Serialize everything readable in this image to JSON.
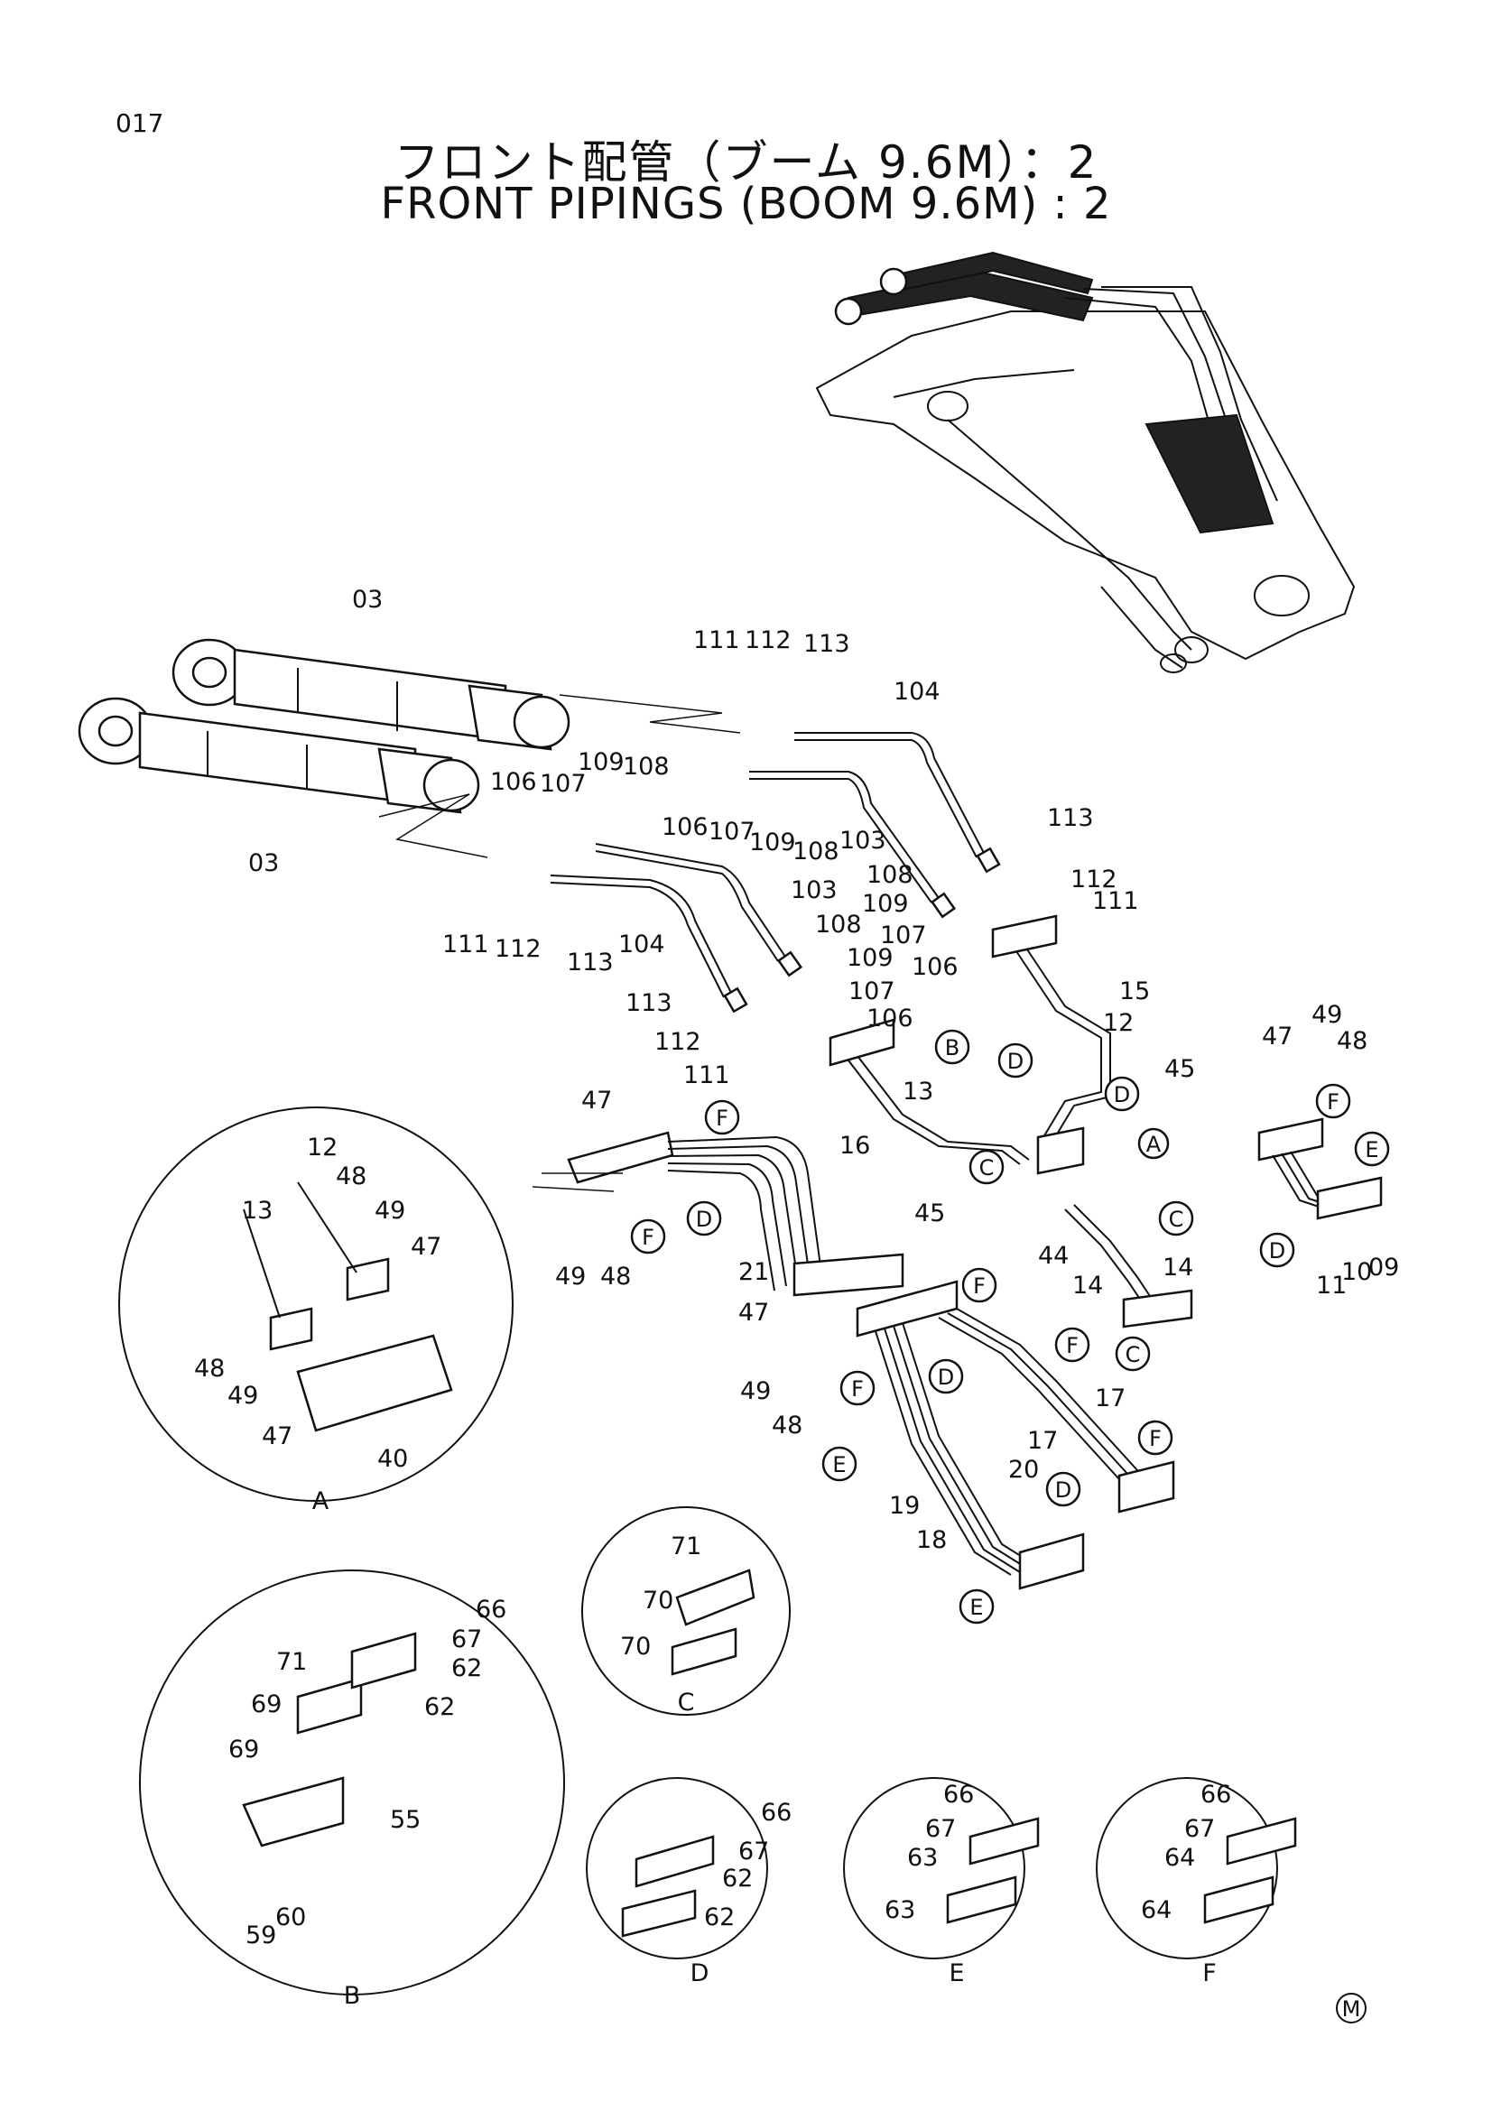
{
  "page_number": "017",
  "title_ja": "フロント配管（ブーム 9.6M）：2",
  "title_en": "FRONT PIPINGS (BOOM 9.6M) : 2",
  "mark": "M",
  "part_labels": {
    "p03": "03",
    "p03b": "03",
    "p111a": "111",
    "p112a": "112",
    "p113a": "113",
    "p104a": "104",
    "p109a": "109",
    "p108a": "108",
    "p106a": "106",
    "p107a": "107",
    "p106b": "106",
    "p107b": "107",
    "p109b": "109",
    "p103a": "103",
    "p108b": "108",
    "p113b": "113",
    "p112b": "112",
    "p111b": "111",
    "p103b": "103",
    "p108c": "108",
    "p109c": "109",
    "p107c": "107",
    "p106c": "106",
    "p111c": "111",
    "p112c": "112",
    "p113c": "113",
    "p104b": "104",
    "p108d": "108",
    "p109d": "109",
    "p107d": "107",
    "p106d": "106",
    "p113d": "113",
    "p112d": "112",
    "p111d": "111",
    "p15": "15",
    "p12": "12",
    "p13": "13",
    "p16": "16",
    "p45a": "45",
    "p45b": "45",
    "p44": "44",
    "p14a": "14",
    "p14b": "14",
    "p47a": "47",
    "p49a": "49",
    "p48a": "48",
    "p21": "21",
    "p47b": "47",
    "p49b": "49",
    "p48b": "48",
    "p17a": "17",
    "p17b": "17",
    "p20": "20",
    "p19": "19",
    "p18": "18",
    "p49c": "49",
    "p48c": "48",
    "p47c": "47",
    "p11": "11",
    "p10": "10",
    "p09": "09",
    "a12": "12",
    "a13": "13",
    "a48": "48",
    "a49": "49",
    "a47": "47",
    "a48b": "48",
    "a49b": "49",
    "a47b": "47",
    "a40": "40",
    "c71": "71",
    "c70a": "70",
    "c70b": "70",
    "b66": "66",
    "b67": "67",
    "b71": "71",
    "b62a": "62",
    "b62b": "62",
    "b69a": "69",
    "b69b": "69",
    "b55": "55",
    "b59": "59",
    "b60": "60",
    "d66": "66",
    "d67": "67",
    "d62a": "62",
    "d62b": "62",
    "e66": "66",
    "e67": "67",
    "e63a": "63",
    "e63b": "63",
    "f66": "66",
    "f67": "67",
    "f64a": "64",
    "f64b": "64"
  },
  "callouts": {
    "B1": "B",
    "D1": "D",
    "D2": "D",
    "A1": "A",
    "C1": "C",
    "C2": "C",
    "C3": "C",
    "F1": "F",
    "D3": "D",
    "F2": "F",
    "F3": "F",
    "F4": "F",
    "D4": "D",
    "F5": "F",
    "E1": "E",
    "F6": "F",
    "D5": "D",
    "E2": "E",
    "F7": "F",
    "E3": "E",
    "D6": "D"
  },
  "detail_views": {
    "A": "A",
    "B": "B",
    "C": "C",
    "D": "D",
    "E": "E",
    "F": "F"
  }
}
